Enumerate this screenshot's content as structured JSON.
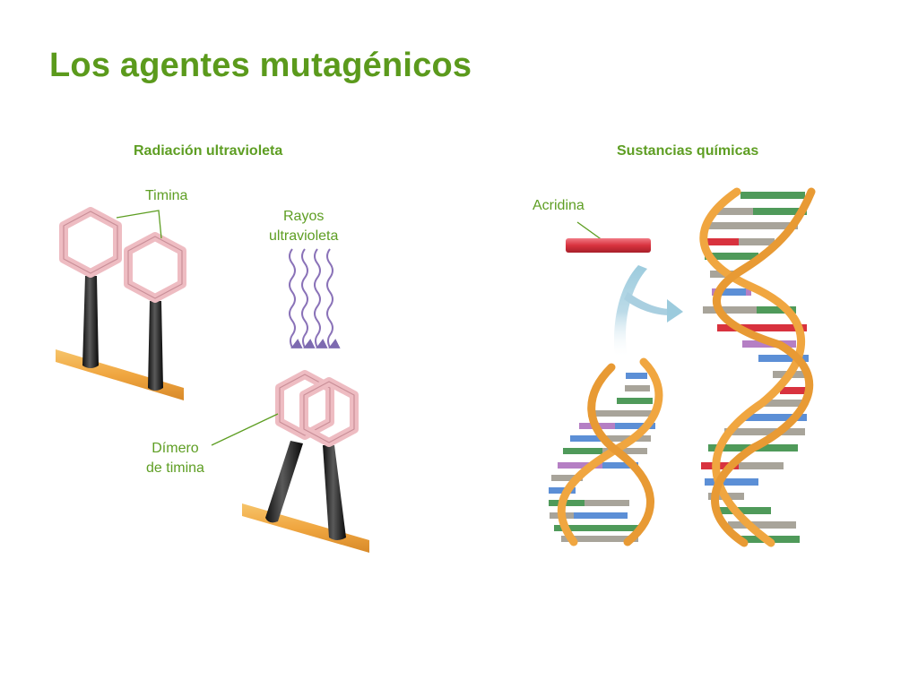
{
  "slide": {
    "title": "Los agentes mutagénicos"
  },
  "uv_panel": {
    "heading": "Radiación ultravioleta",
    "thymine_label": "Timina",
    "uv_rays_label_line1": "Rayos",
    "uv_rays_label_line2": "ultravioleta",
    "dimer_label_line1": "Dímero",
    "dimer_label_line2": "de timina"
  },
  "chem_panel": {
    "heading": "Sustancias químicas",
    "acridine_label": "Acridina"
  },
  "colors": {
    "title_green": "#5b9a1c",
    "label_green": "#5e9e23",
    "backbone_orange": "#f0a640",
    "thymine_pink": "#eebcc2",
    "acridine_red": "#d8323e",
    "uv_purple": "#8a72b8",
    "arrow_blue": "#a9cfe0"
  }
}
